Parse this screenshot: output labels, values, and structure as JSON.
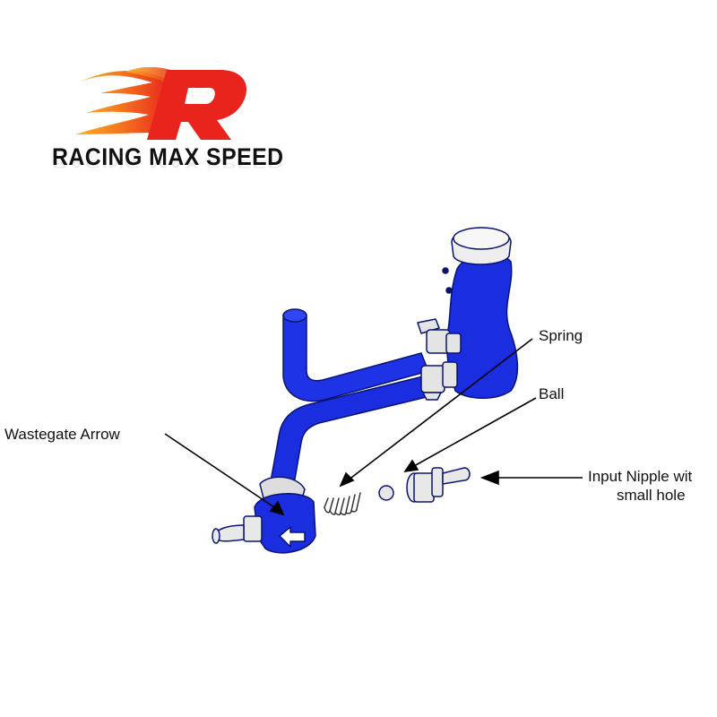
{
  "brand": {
    "name": "RACING MAX SPEED",
    "logo_letter": "R",
    "logo_colors": [
      "#e8241c",
      "#f47a1f",
      "#ffb12a"
    ]
  },
  "diagram": {
    "part_color": "#1a2ee0",
    "labels": {
      "spring": "Spring",
      "ball": "Ball",
      "wastegate_arrow": "Wastegate Arrow",
      "input_nipple_line1": "Input Nipple wit",
      "input_nipple_line2": "small hole"
    }
  }
}
